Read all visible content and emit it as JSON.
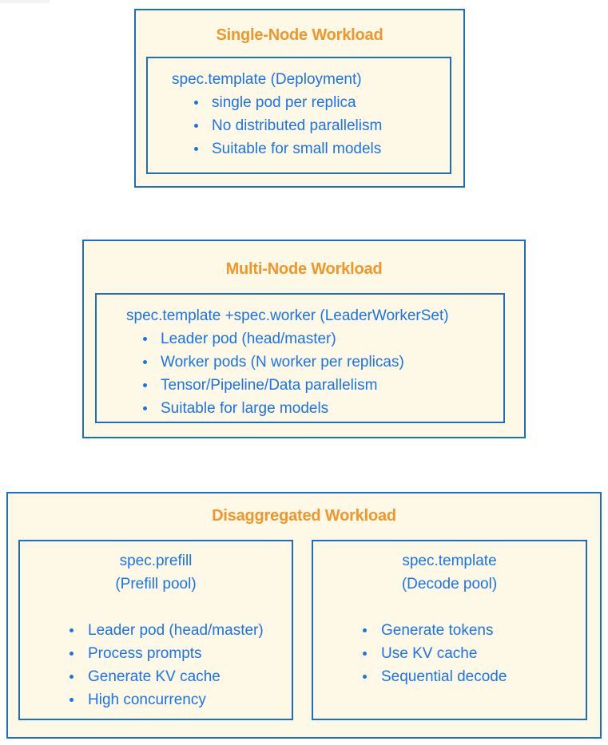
{
  "colors": {
    "box_fill": "#FDF9E6",
    "border_blue": "#1B6EC2",
    "text_blue": "#1A73E8",
    "title_orange": "#F0962B"
  },
  "boxes": [
    {
      "title": "Single-Node Workload",
      "sections": [
        {
          "heading": "spec.template (Deployment)",
          "bullets": [
            "single pod per replica",
            "No distributed parallelism",
            "Suitable for small models"
          ]
        }
      ]
    },
    {
      "title": "Multi-Node Workload",
      "sections": [
        {
          "heading": "spec.template +spec.worker (LeaderWorkerSet)",
          "bullets": [
            "Leader pod (head/master)",
            "Worker pods (N worker per replicas)",
            "Tensor/Pipeline/Data parallelism",
            "Suitable for large models"
          ]
        }
      ]
    },
    {
      "title": "Disaggregated Workload",
      "sections": [
        {
          "heading_line1": "spec.prefill",
          "heading_line2": "(Prefill pool)",
          "bullets": [
            "Leader pod (head/master)",
            "Process prompts",
            "Generate KV cache",
            "High concurrency"
          ]
        },
        {
          "heading_line1": "spec.template",
          "heading_line2": "(Decode pool)",
          "bullets": [
            "Generate tokens",
            "Use KV cache",
            "Sequential decode"
          ]
        }
      ]
    }
  ]
}
